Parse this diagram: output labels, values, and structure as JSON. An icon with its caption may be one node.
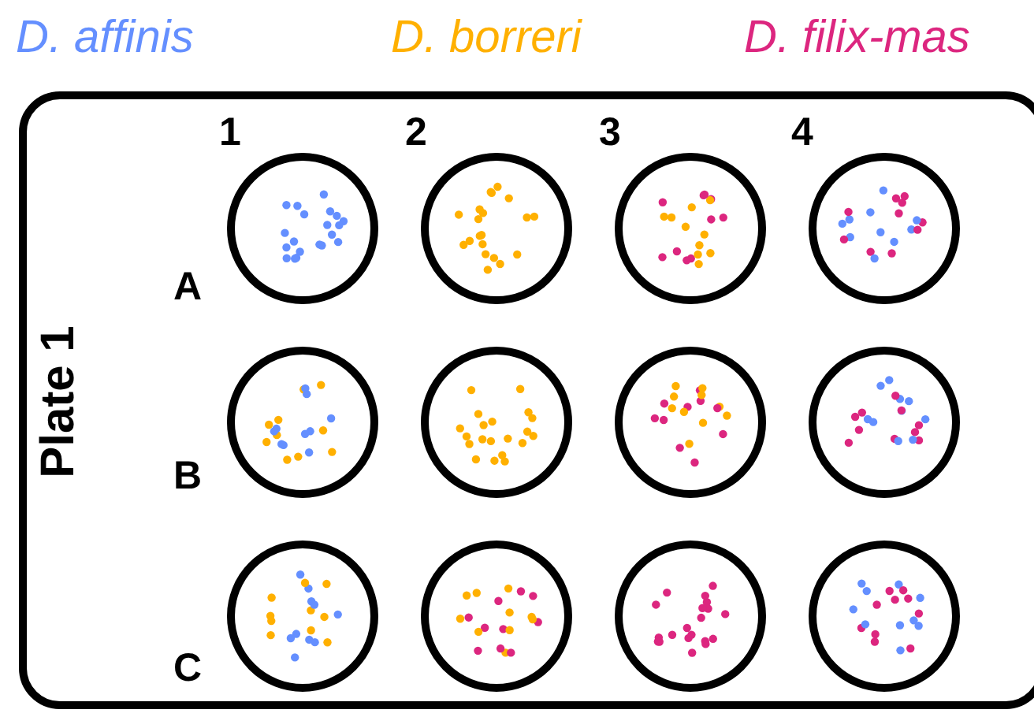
{
  "diagram": {
    "nodes": [
      {
        "text": [
          "Plate 1"
        ]
      },
      {
        "text": [],
        "shape": "circle",
        "in": 0
      },
      {
        "text": [],
        "shape": "circle",
        "in": 0
      },
      {
        "text": [],
        "shape": "circle",
        "in": 0
      },
      {
        "text": [],
        "shape": "circle",
        "in": 0
      },
      {
        "text": [],
        "shape": "circle",
        "in": 0
      },
      {
        "text": [],
        "shape": "circle",
        "in": 0
      },
      {
        "text": [],
        "shape": "circle",
        "in": 0
      },
      {
        "text": [],
        "shape": "circle",
        "in": 0
      },
      {
        "text": [],
        "shape": "circle",
        "in": 0
      },
      {
        "text": [],
        "shape": "circle",
        "in": 0
      },
      {
        "text": [],
        "shape": "circle",
        "in": 0
      },
      {
        "text": [],
        "shape": "circle",
        "in": 0
      }
    ],
    "edges": [],
    "labels": [
      "1",
      "2",
      "3",
      "4",
      "A",
      "B",
      "C"
    ],
    "legend": [
      {
        "text": "D. affinis",
        "color": "#648fff"
      },
      {
        "text": "D. borreri",
        "color": "#ffb000"
      },
      {
        "text": "D. filix-mas",
        "color": "#dc267f"
      }
    ]
  }
}
